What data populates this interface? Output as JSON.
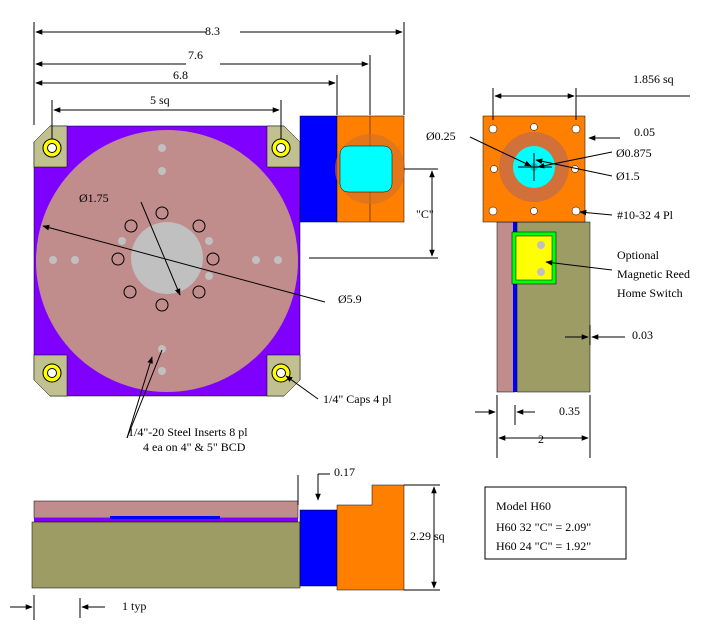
{
  "dims": {
    "d83": "8.3",
    "d76": "7.6",
    "d68": "6.8",
    "d5sq": "5 sq",
    "d1856": "1.856 sq",
    "d025": "Ø0.25",
    "d0875": "Ø0.875",
    "d15": "Ø1.5",
    "d005": "0.05",
    "d175": "Ø1.75",
    "c": "\"C\"",
    "d59": "Ø5.9",
    "d003": "0.03",
    "d035": "0.35",
    "d2": "2",
    "d017": "0.17",
    "d229": "2.29 sq",
    "d1typ": "1 typ"
  },
  "notes": {
    "screw": "#10-32 4 Pl",
    "reed1": "Optional",
    "reed2": "Magnetic Reed",
    "reed3": "Home Switch",
    "caps": "1/4\" Caps  4 pl",
    "inserts1": "1/4\"-20 Steel Inserts 8 pl",
    "inserts2": "4 ea on 4\" & 5\" BCD"
  },
  "model_box": {
    "title": "Model H60",
    "line1": "H60 32  \"C\" = 2.09\"",
    "line2": "H60 24  \"C\" = 1.92\""
  },
  "colors": {
    "purple": "#8000ff",
    "pink": "#c08c8c",
    "orange": "#ff8000",
    "blue": "#0000ff",
    "olive": "#9c9c64",
    "cyan": "#00ffff",
    "yellow": "#ffff00",
    "green": "#00ff00",
    "gray": "#c0c0c0",
    "cream": "#e0e0b0"
  }
}
